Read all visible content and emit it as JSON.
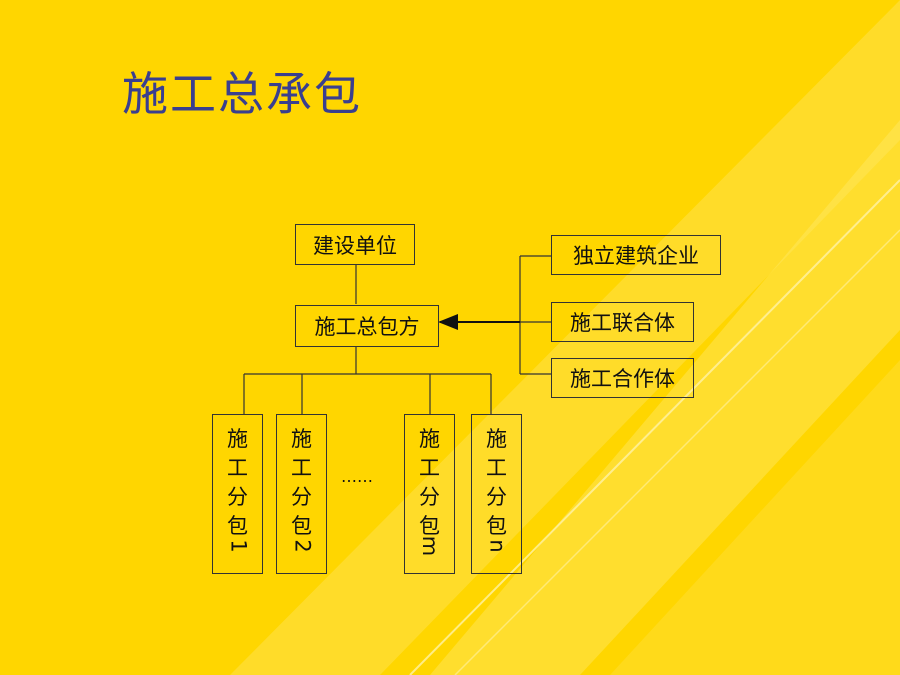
{
  "title": "施工总承包",
  "diagram": {
    "owner": "建设单位",
    "general_contractor": "施工总包方",
    "contractor_types": [
      "独立建筑企业",
      "施工联合体",
      "施工合作体"
    ],
    "subcontractors": [
      {
        "chars": [
          "施",
          "工",
          "分",
          "包"
        ],
        "suffix": "1"
      },
      {
        "chars": [
          "施",
          "工",
          "分",
          "包"
        ],
        "suffix": "2"
      },
      {
        "chars": [
          "施",
          "工",
          "分",
          "包"
        ],
        "suffix": "m"
      },
      {
        "chars": [
          "施",
          "工",
          "分",
          "包"
        ],
        "suffix": "n"
      }
    ],
    "ellipsis": "……"
  },
  "colors": {
    "background": "#FFD600",
    "title": "#3A3F8F",
    "line": "#333333"
  }
}
